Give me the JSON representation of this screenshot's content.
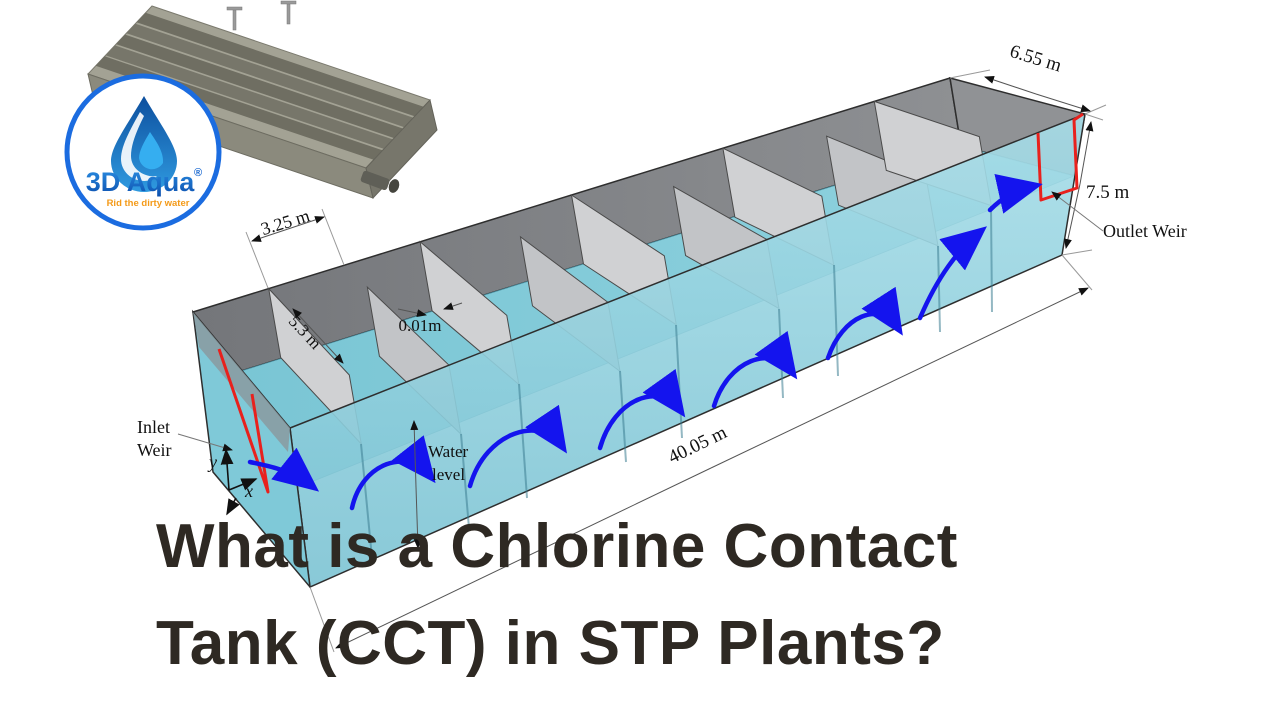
{
  "page": {
    "background": "#ffffff"
  },
  "logo": {
    "brand": "3D Aqua",
    "registered": "®",
    "tagline": "Rid the dirty water",
    "ring_color": "#1b6ce0",
    "brand_color": "#1565cf",
    "tagline_color": "#f49a18"
  },
  "title": {
    "line1": "What is a Chlorine Contact",
    "line2": "Tank (CCT) in STP Plants?",
    "color": "#2e2923"
  },
  "diagram": {
    "labels": {
      "dim_width": "6.55 m",
      "dim_height": "7.5 m",
      "dim_baffle_spacing": "3.25 m",
      "dim_baffle_depth": "5.3 m",
      "dim_baffle_thickness": "0.01m",
      "dim_length": "40.05 m",
      "outlet_weir": "Outlet Weir",
      "inlet_weir_line1": "Inlet",
      "inlet_weir_line2": "Weir",
      "water_level_line1": "Water",
      "water_level_line2": "level",
      "axis_y": "y",
      "axis_x": "x"
    },
    "colors": {
      "water_surface": "#85ccda",
      "water_front": "#9bd6e2",
      "back_wall": "#84868a",
      "baffle": "#d0d1d3",
      "flow_arrow": "#1414ee",
      "weir": "#e8211d"
    }
  }
}
